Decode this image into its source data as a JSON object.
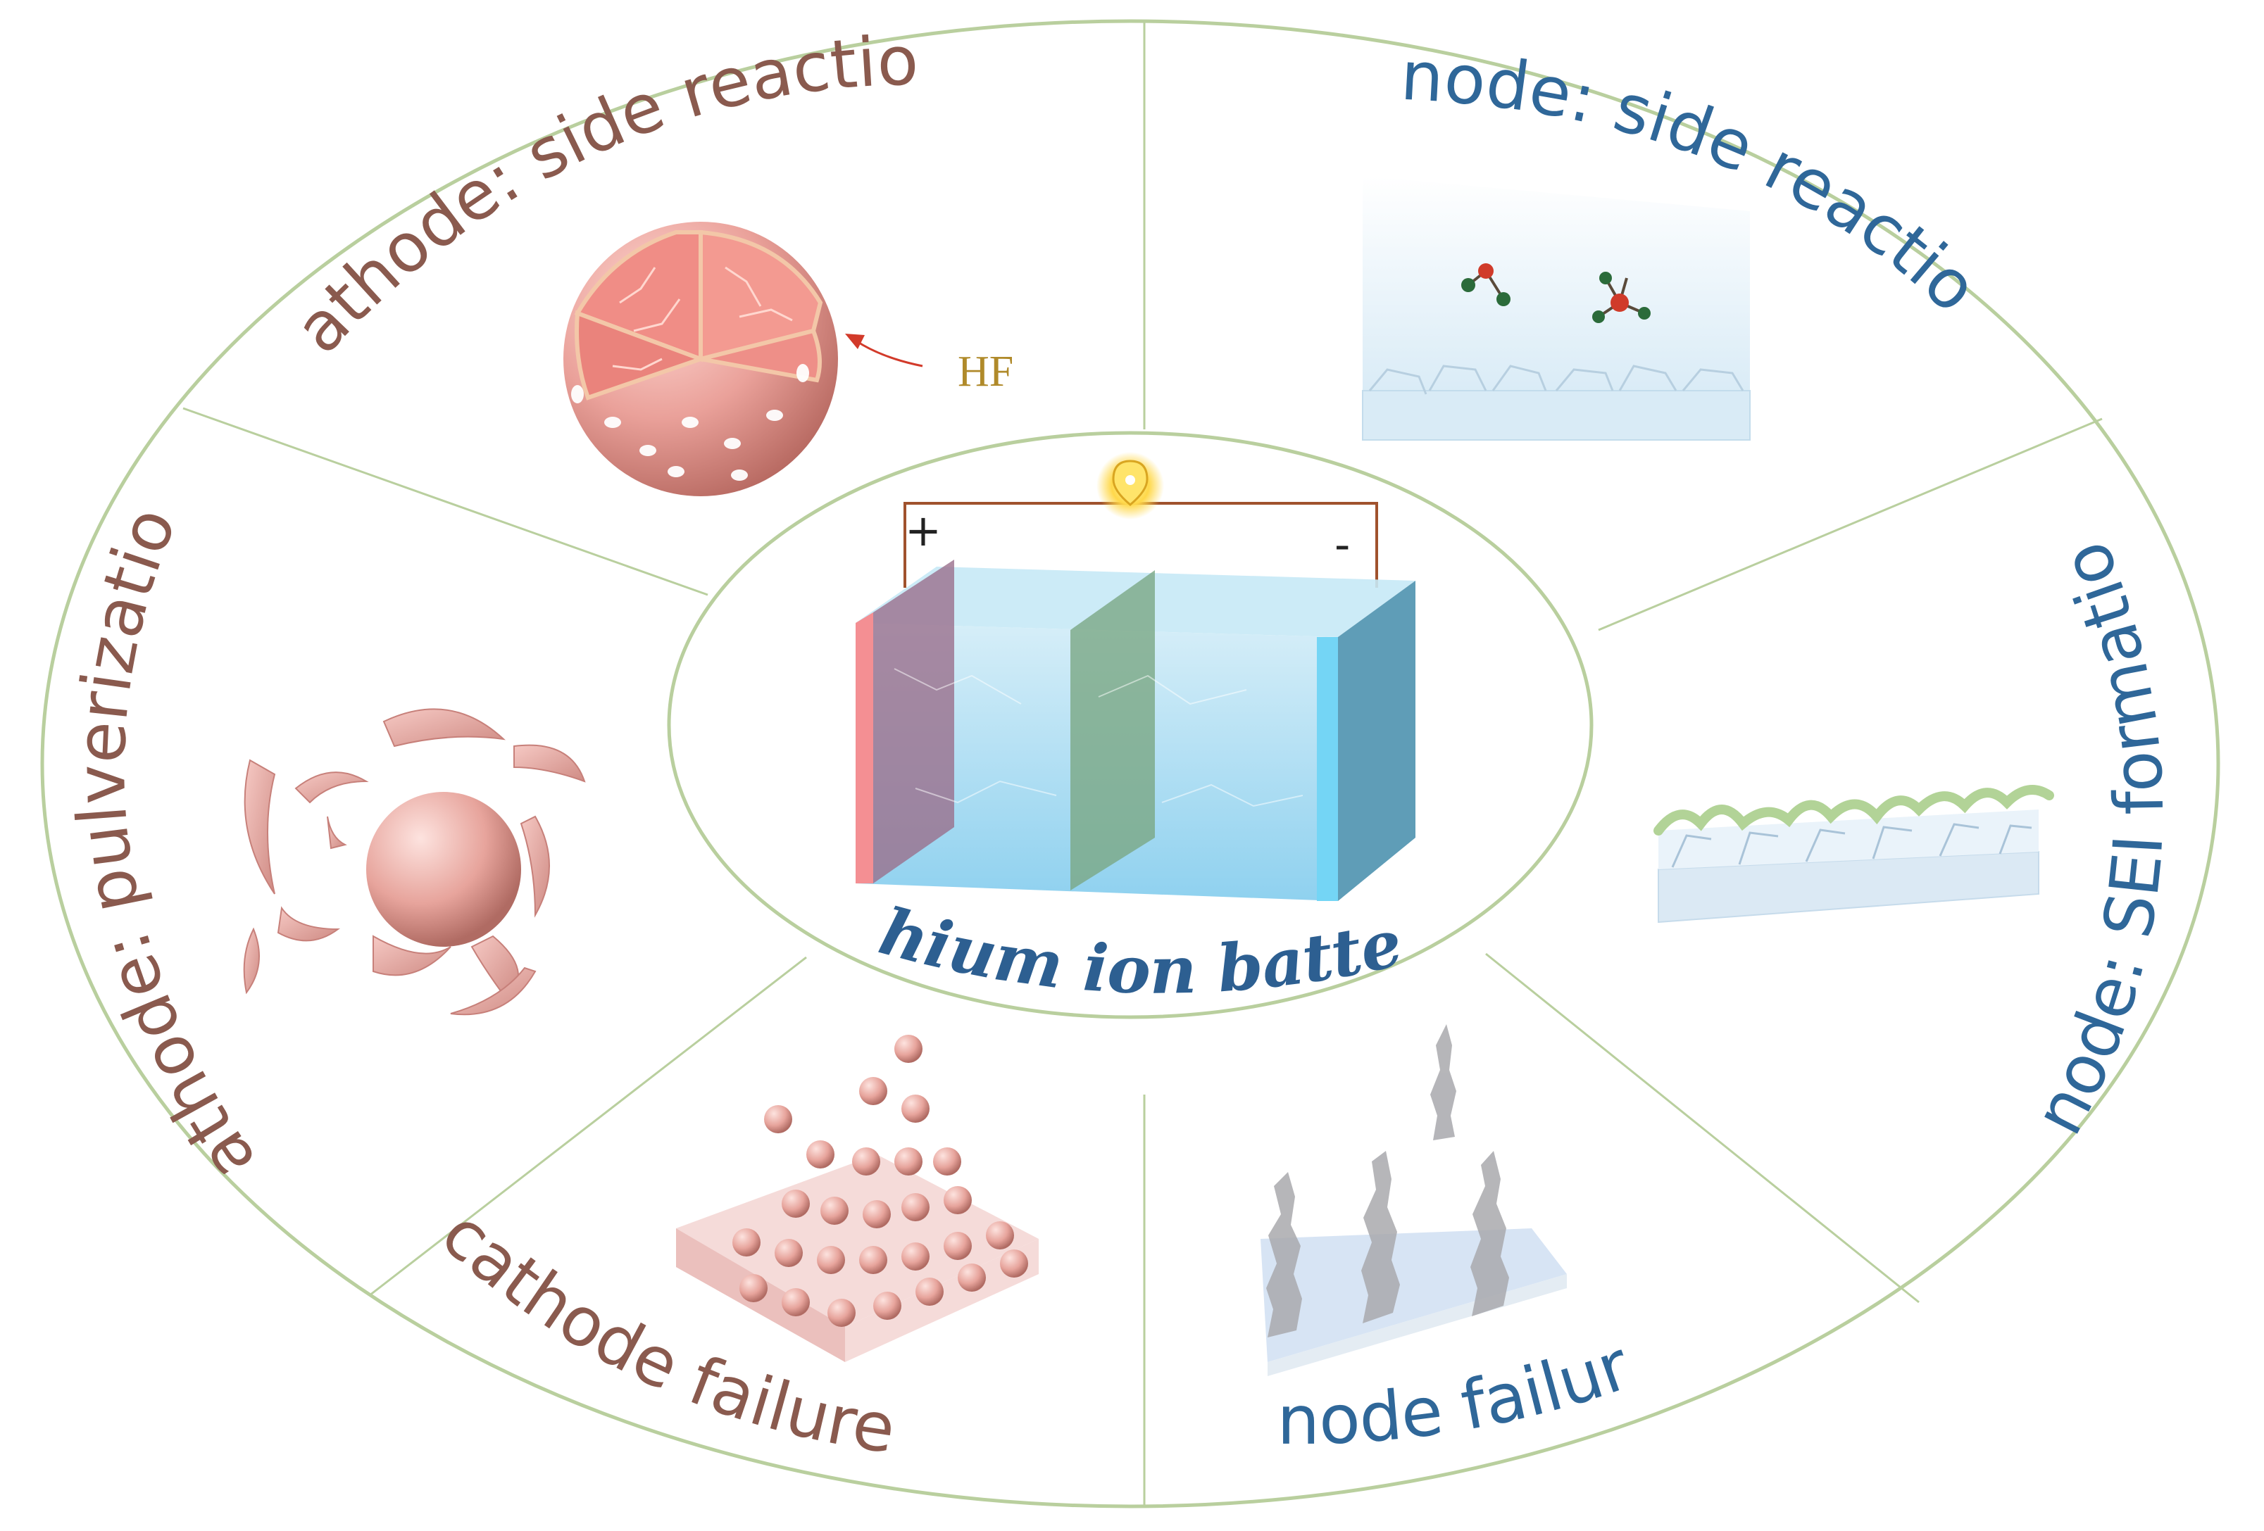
{
  "colors": {
    "cathode_text": "#8a5a4e",
    "anode_text": "#2f6799",
    "center_text": "#2d5f91",
    "divider": "#b9cf9e",
    "hf_text": "#b08a2a",
    "arrow": "#d23a2a",
    "wire": "#a0522d"
  },
  "center": {
    "label": "lithium ion battery",
    "plus": "+",
    "minus": "-"
  },
  "sectors": {
    "cathode_side_reaction": {
      "label": "cathode: side reaction",
      "annotation": "HF"
    },
    "anode_side_reaction": {
      "label": "anode: side reaction"
    },
    "anode_sei": {
      "label": "anode: SEI formation"
    },
    "anode_failure": {
      "label": "anode failure"
    },
    "cathode_failure": {
      "label": "cathode failure"
    },
    "cathode_pulverization": {
      "label": "cathode: pulverization"
    }
  },
  "icons": {
    "cathode_sphere": "cracked-cathode-particle-icon",
    "pulverized_particle": "pulverized-particle-icon",
    "dissolving_particles": "dissolving-particles-icon",
    "dendrites": "lithium-dendrite-icon",
    "sei_layer": "sei-layer-icon",
    "electrolyte_molecules": "electrolyte-molecule-icon",
    "bulb": "light-bulb-icon",
    "battery_cell": "battery-cell-icon"
  }
}
